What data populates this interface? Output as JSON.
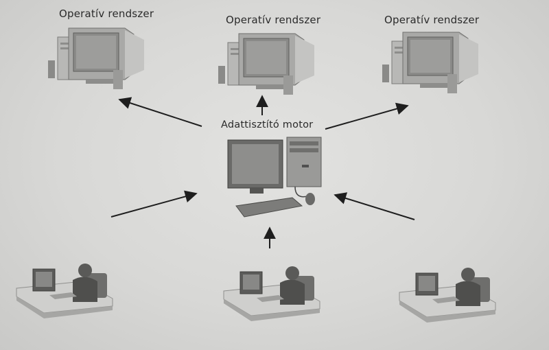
{
  "labels": {
    "os_left": "Operatív rendszer",
    "os_middle": "Operatív rendszer",
    "os_right": "Operatív rendszer",
    "engine": "Adattisztító motor"
  },
  "icons": {
    "os_system": "desktop-computer-icon",
    "engine": "desktop-computer-icon",
    "operators": "person-at-computer-icon"
  },
  "colors": {
    "background": "#d9d9d7",
    "text": "#2a2a2a",
    "arrow": "#1e1e1e"
  }
}
